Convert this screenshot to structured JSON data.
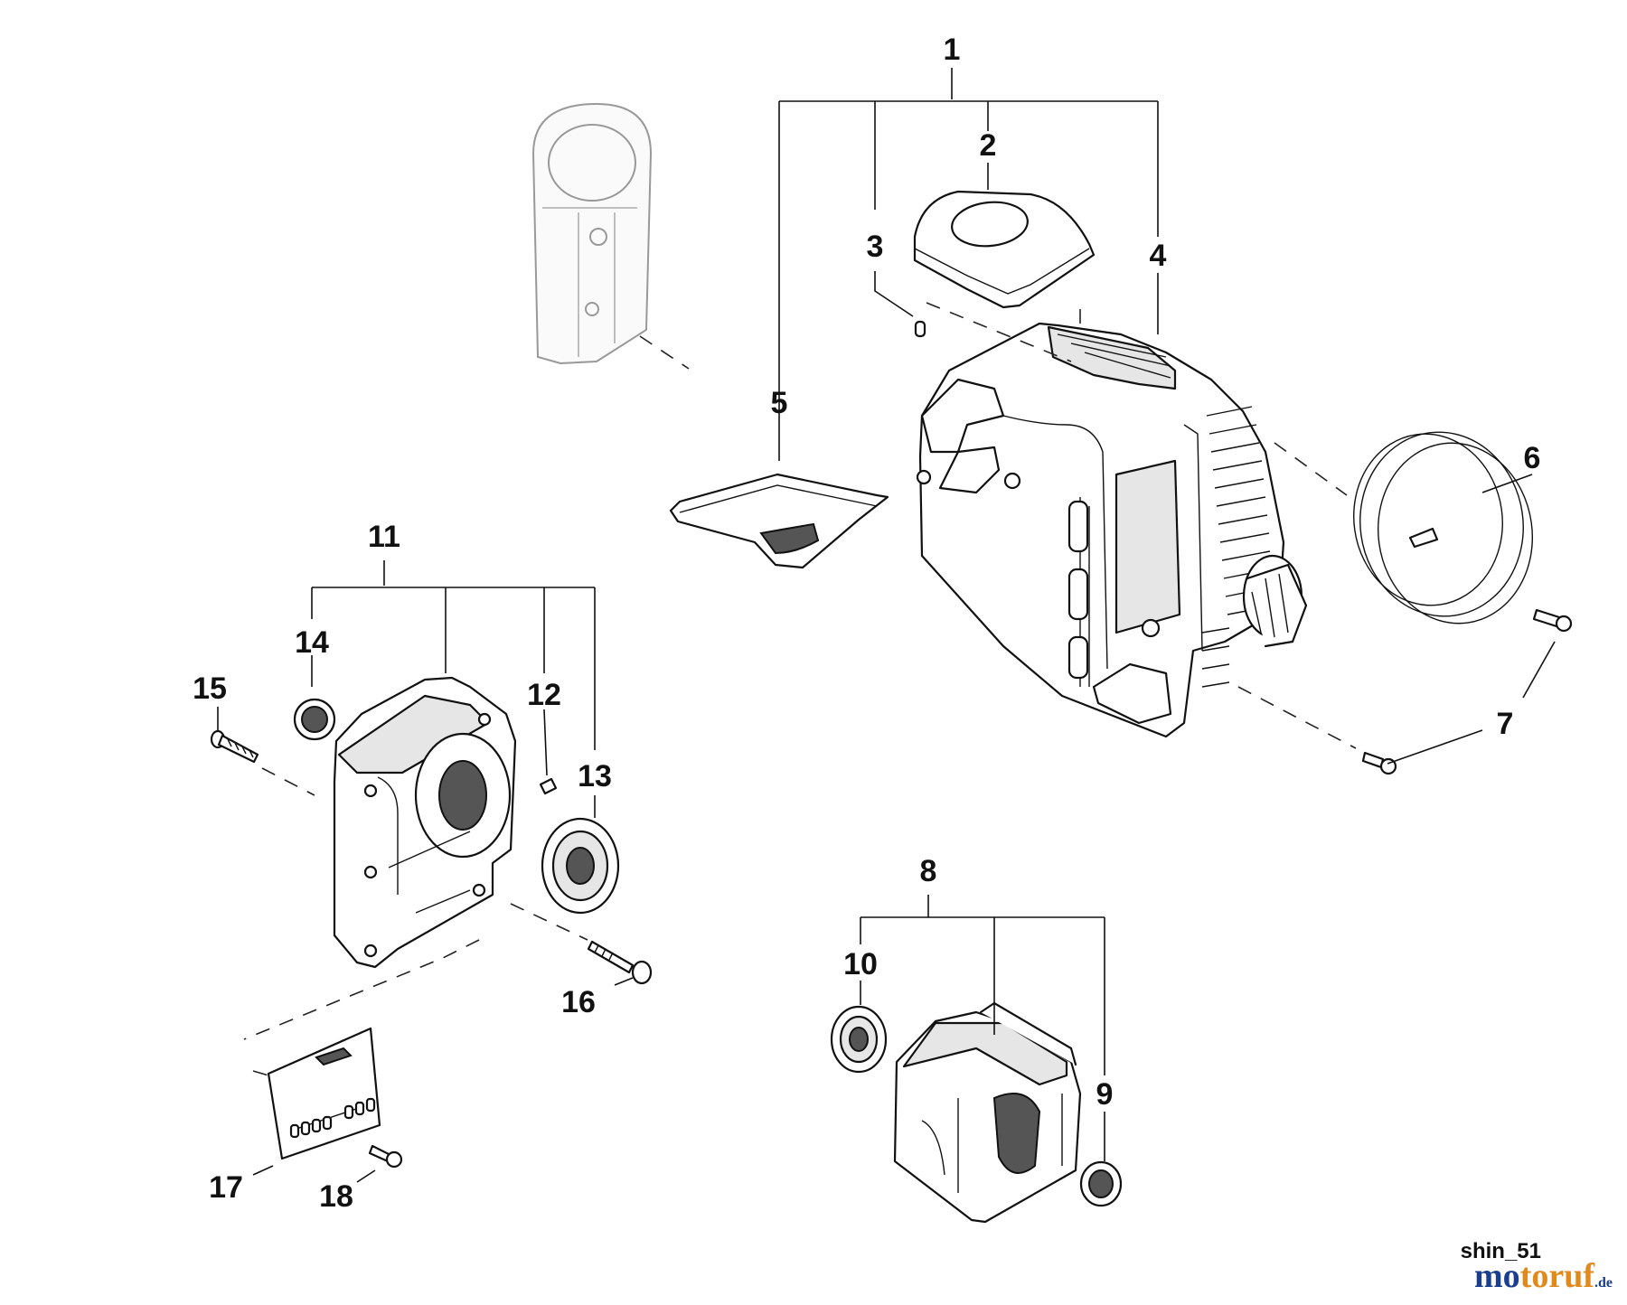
{
  "diagram": {
    "callouts": {
      "c1": "1",
      "c2": "2",
      "c3": "3",
      "c4": "4",
      "c5": "5",
      "c6": "6",
      "c7": "7",
      "c8": "8",
      "c9": "9",
      "c10": "10",
      "c11": "11",
      "c12": "12",
      "c13": "13",
      "c14": "14",
      "c15": "15",
      "c16": "16",
      "c17": "17",
      "c18": "18"
    },
    "reference": "shin_51"
  },
  "watermark": {
    "main": "motoruf",
    "part1": "mo",
    "part2": "toruf",
    "suffix": ".de",
    "colors": {
      "blue": "#1a3f8f",
      "orange": "#e08a1e"
    }
  }
}
